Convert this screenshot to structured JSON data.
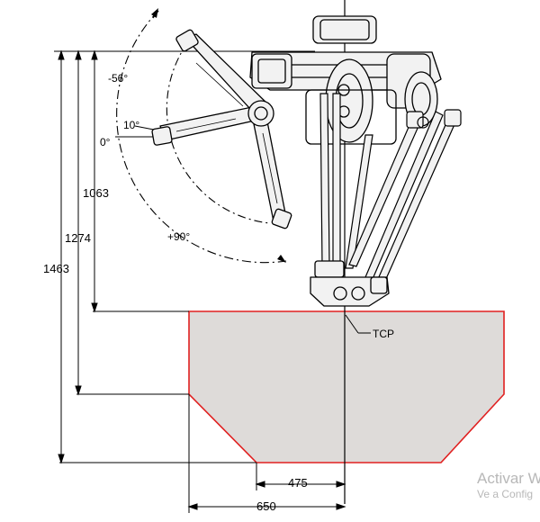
{
  "labels": {
    "angle_neg56": "-56°",
    "angle_10": "10°",
    "angle_0": "0°",
    "angle_90": "+90°",
    "dim_1063": "1063",
    "dim_1274": "1274",
    "dim_1463": "1463",
    "tcp": "TCP",
    "dim_475": "475",
    "dim_650": "650"
  },
  "watermark": {
    "line1": "Activar W",
    "line2": "Ve a Config"
  },
  "colors": {
    "workspace_fill": "#dedbd9",
    "workspace_outline": "#e02020",
    "line": "#000000",
    "robot_fill": "#f2f2f2"
  }
}
